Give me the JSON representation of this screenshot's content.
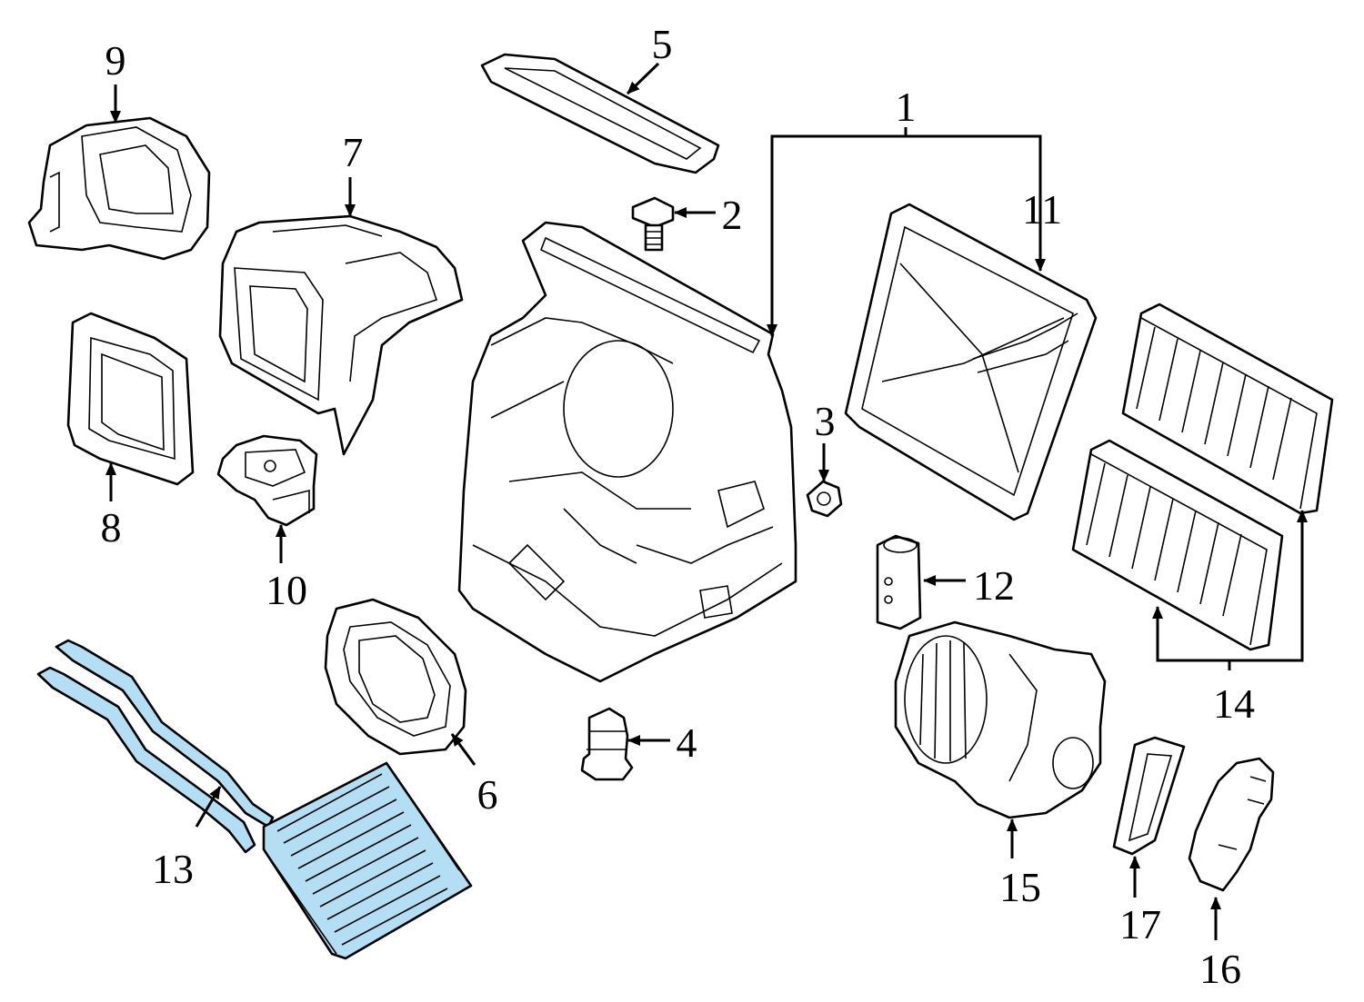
{
  "diagram": {
    "highlight_color": "#b4def4",
    "callouts": [
      {
        "id": "1",
        "label": "1"
      },
      {
        "id": "2",
        "label": "2"
      },
      {
        "id": "3",
        "label": "3"
      },
      {
        "id": "4",
        "label": "4"
      },
      {
        "id": "5",
        "label": "5"
      },
      {
        "id": "6",
        "label": "6"
      },
      {
        "id": "7",
        "label": "7"
      },
      {
        "id": "8",
        "label": "8"
      },
      {
        "id": "9",
        "label": "9"
      },
      {
        "id": "10",
        "label": "10"
      },
      {
        "id": "11",
        "label": "11"
      },
      {
        "id": "12",
        "label": "12"
      },
      {
        "id": "13",
        "label": "13",
        "highlighted": true
      },
      {
        "id": "14",
        "label": "14"
      },
      {
        "id": "15",
        "label": "15"
      },
      {
        "id": "16",
        "label": "16"
      },
      {
        "id": "17",
        "label": "17"
      }
    ]
  }
}
